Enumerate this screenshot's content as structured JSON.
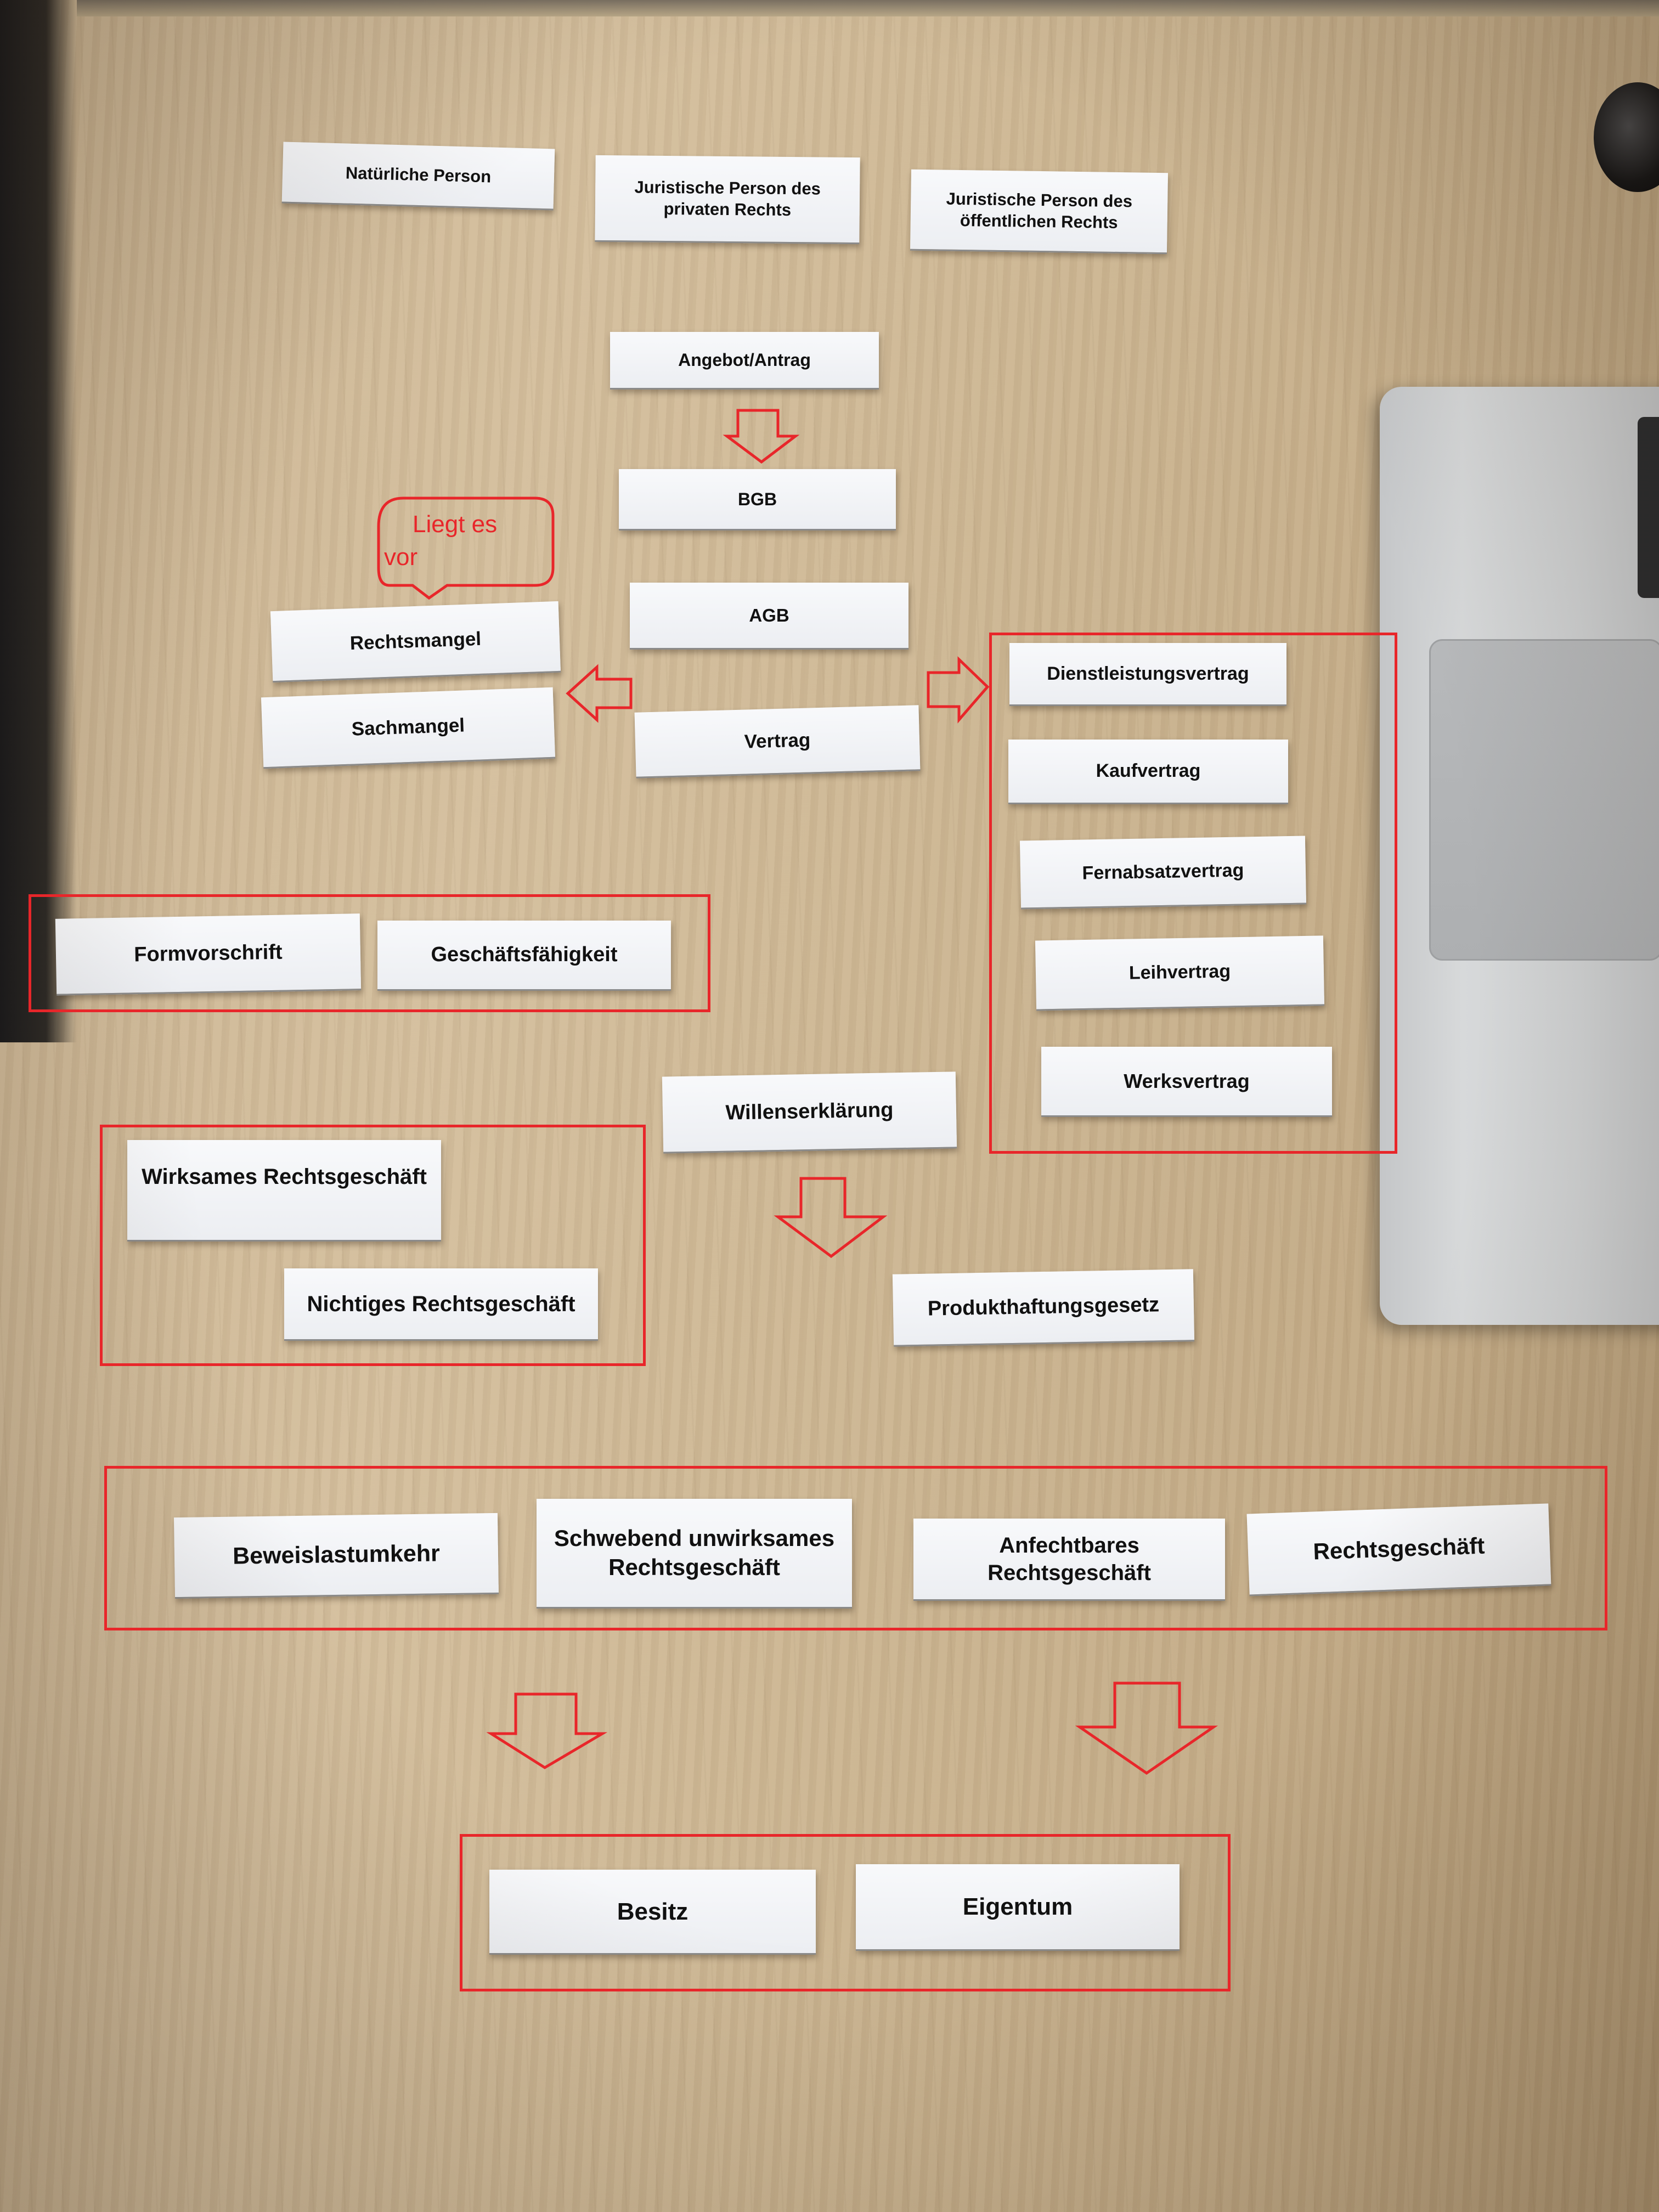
{
  "cards": {
    "natuerliche_person": "Natürliche Person",
    "jur_privat_line1": "Juristische Person des",
    "jur_privat_line2": "privaten Rechts",
    "jur_oeff_line1": "Juristische Person des",
    "jur_oeff_line2": "öffentlichen Rechts",
    "angebot": "Angebot/Antrag",
    "bgb": "BGB",
    "agb": "AGB",
    "rechtsmangel": "Rechtsmangel",
    "sachmangel": "Sachmangel",
    "vertrag": "Vertrag",
    "dienstleistungsvertrag": "Dienstleistungsvertrag",
    "kaufvertrag": "Kaufvertrag",
    "fernabsatzvertrag": "Fernabsatzvertrag",
    "leihvertrag": "Leihvertrag",
    "werksvertrag": "Werksvertrag",
    "formvorschrift": "Formvorschrift",
    "geschaeftsfaehigkeit": "Geschäftsfähigkeit",
    "willenserklaerung": "Willenserklärung",
    "wirksames": "Wirksames Rechtsgeschäft",
    "nichtiges": "Nichtiges Rechtsgeschäft",
    "produkthaftung": "Produkthaftungsgesetz",
    "beweislastumkehr": "Beweislastumkehr",
    "schwebend_line1": "Schwebend unwirksames",
    "schwebend_line2": "Rechtsgeschäft",
    "anfechtbares": "Anfechtbares Rechtsgeschäft",
    "rechtsgeschaeft": "Rechtsgeschäft",
    "besitz": "Besitz",
    "eigentum": "Eigentum"
  },
  "annotation": {
    "bubble_line1": "Liegt es",
    "bubble_line2": "vor"
  },
  "colors": {
    "annotation_red": "#e8262a",
    "card_white": "#f4f5f7",
    "desk_wood": "#cdb794"
  }
}
